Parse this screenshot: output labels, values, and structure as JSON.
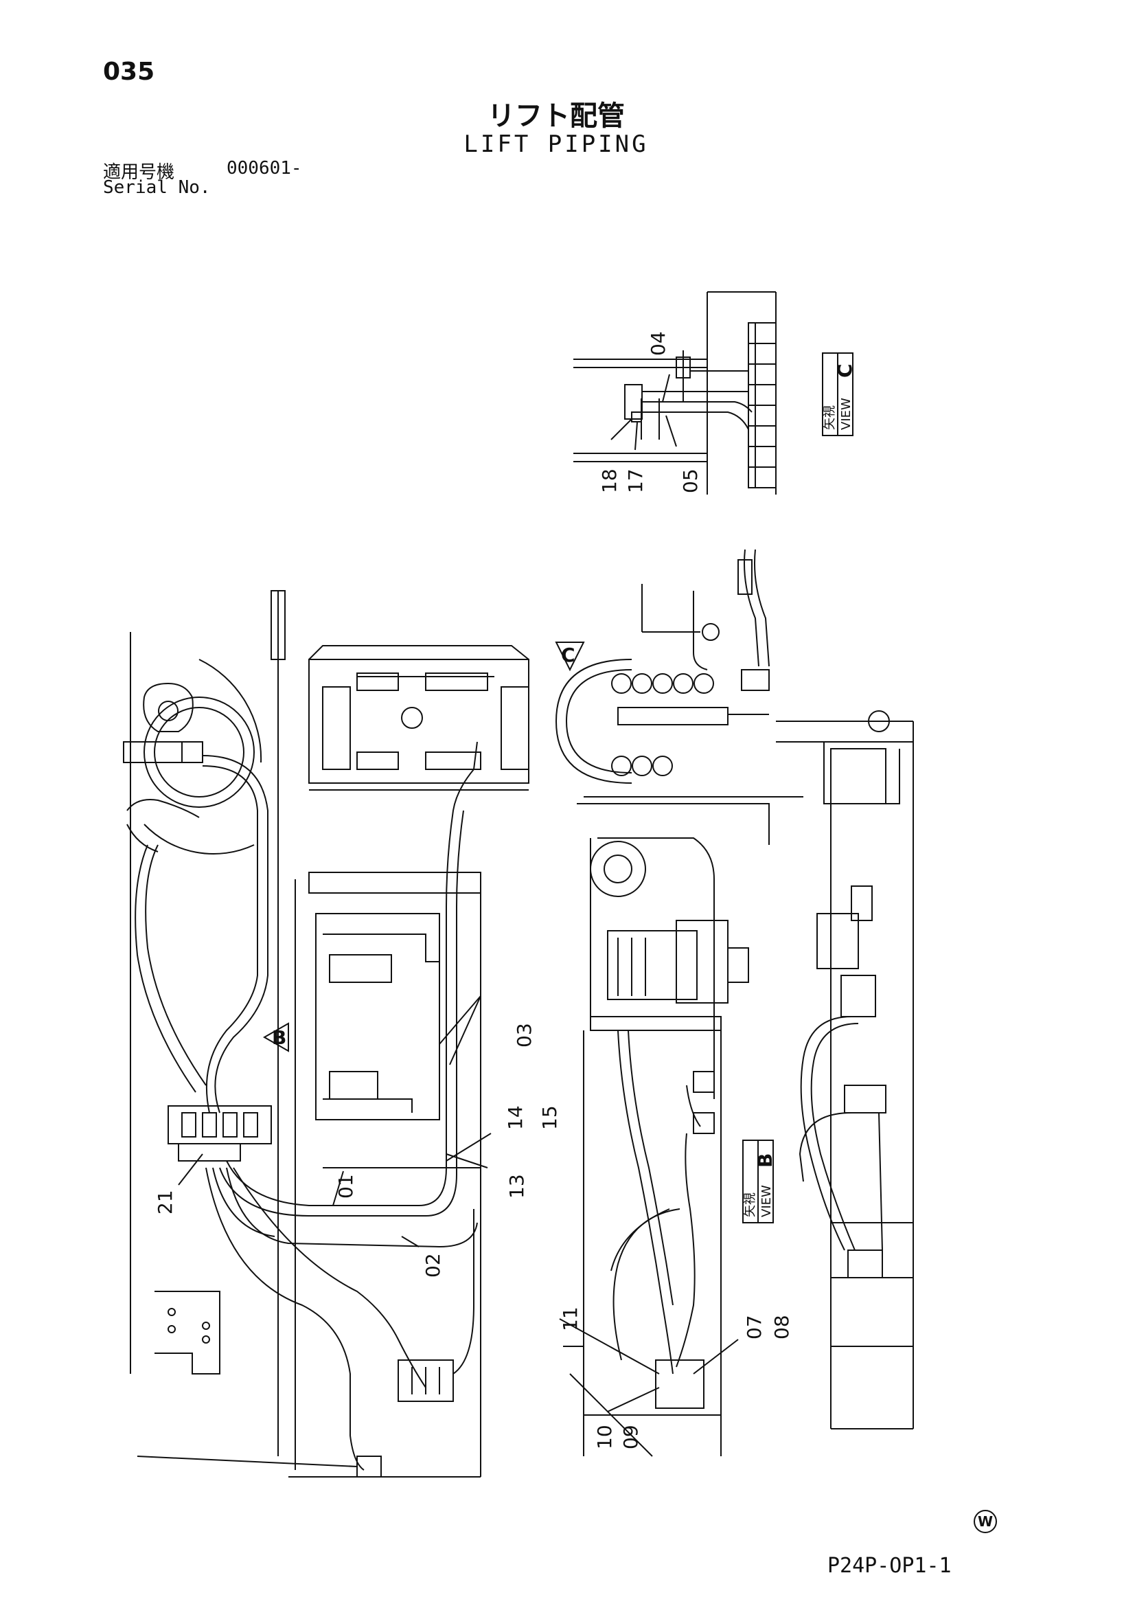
{
  "header": {
    "page_number": "035",
    "title_jp": "リフト配管",
    "title_en": "LIFT PIPING",
    "serial_label_jp": "適用号機",
    "serial_number": "000601-",
    "serial_label_en": "Serial No."
  },
  "footer": {
    "drawing_code": "P24P-OP1-1",
    "mark": "W"
  },
  "callouts": {
    "c01": "01",
    "c02": "02",
    "c03": "03",
    "c04": "04",
    "c05": "05",
    "c07": "07",
    "c08": "08",
    "c09": "09",
    "c10": "10",
    "c11": "11",
    "c13": "13",
    "c14": "14",
    "c15": "15",
    "c17": "17",
    "c18": "18",
    "c21": "21"
  },
  "views": {
    "view_c": {
      "jp": "矢視",
      "en": "VIEW",
      "letter": "C"
    },
    "view_b": {
      "jp": "矢視",
      "en": "VIEW",
      "letter": "B"
    },
    "arrow_b": "B",
    "arrow_c": "C"
  }
}
